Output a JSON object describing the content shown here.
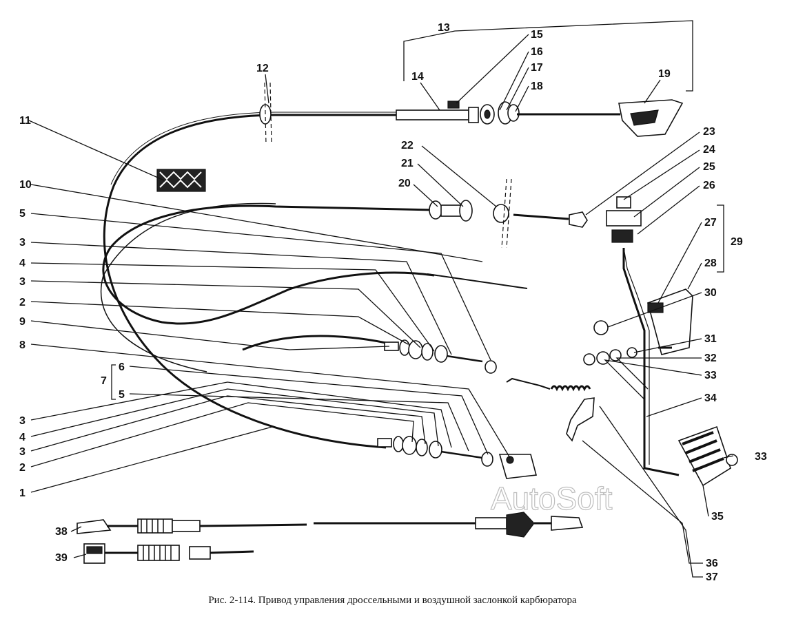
{
  "figure": {
    "caption": "Рис. 2-114. Привод управления дроссельными и воздушной заслонкой карбюратора",
    "watermark": "AutoSoft"
  },
  "labels": {
    "n1": "1",
    "n2a": "2",
    "n2b": "2",
    "n3a": "3",
    "n3b": "3",
    "n3c": "3",
    "n3d": "3",
    "n4a": "4",
    "n4b": "4",
    "n5a": "5",
    "n5b": "5",
    "n6": "6",
    "n7": "7",
    "n8": "8",
    "n9": "9",
    "n10": "10",
    "n11": "11",
    "n12": "12",
    "n13": "13",
    "n14": "14",
    "n15": "15",
    "n16": "16",
    "n17": "17",
    "n18": "18",
    "n19": "19",
    "n20": "20",
    "n21": "21",
    "n22": "22",
    "n23": "23",
    "n24": "24",
    "n25": "25",
    "n26": "26",
    "n27": "27",
    "n28": "28",
    "n29": "29",
    "n30": "30",
    "n31": "31",
    "n32": "32",
    "n33a": "33",
    "n33b": "33",
    "n34": "34",
    "n35": "35",
    "n36": "36",
    "n37": "37",
    "n38": "38",
    "n39": "39"
  }
}
